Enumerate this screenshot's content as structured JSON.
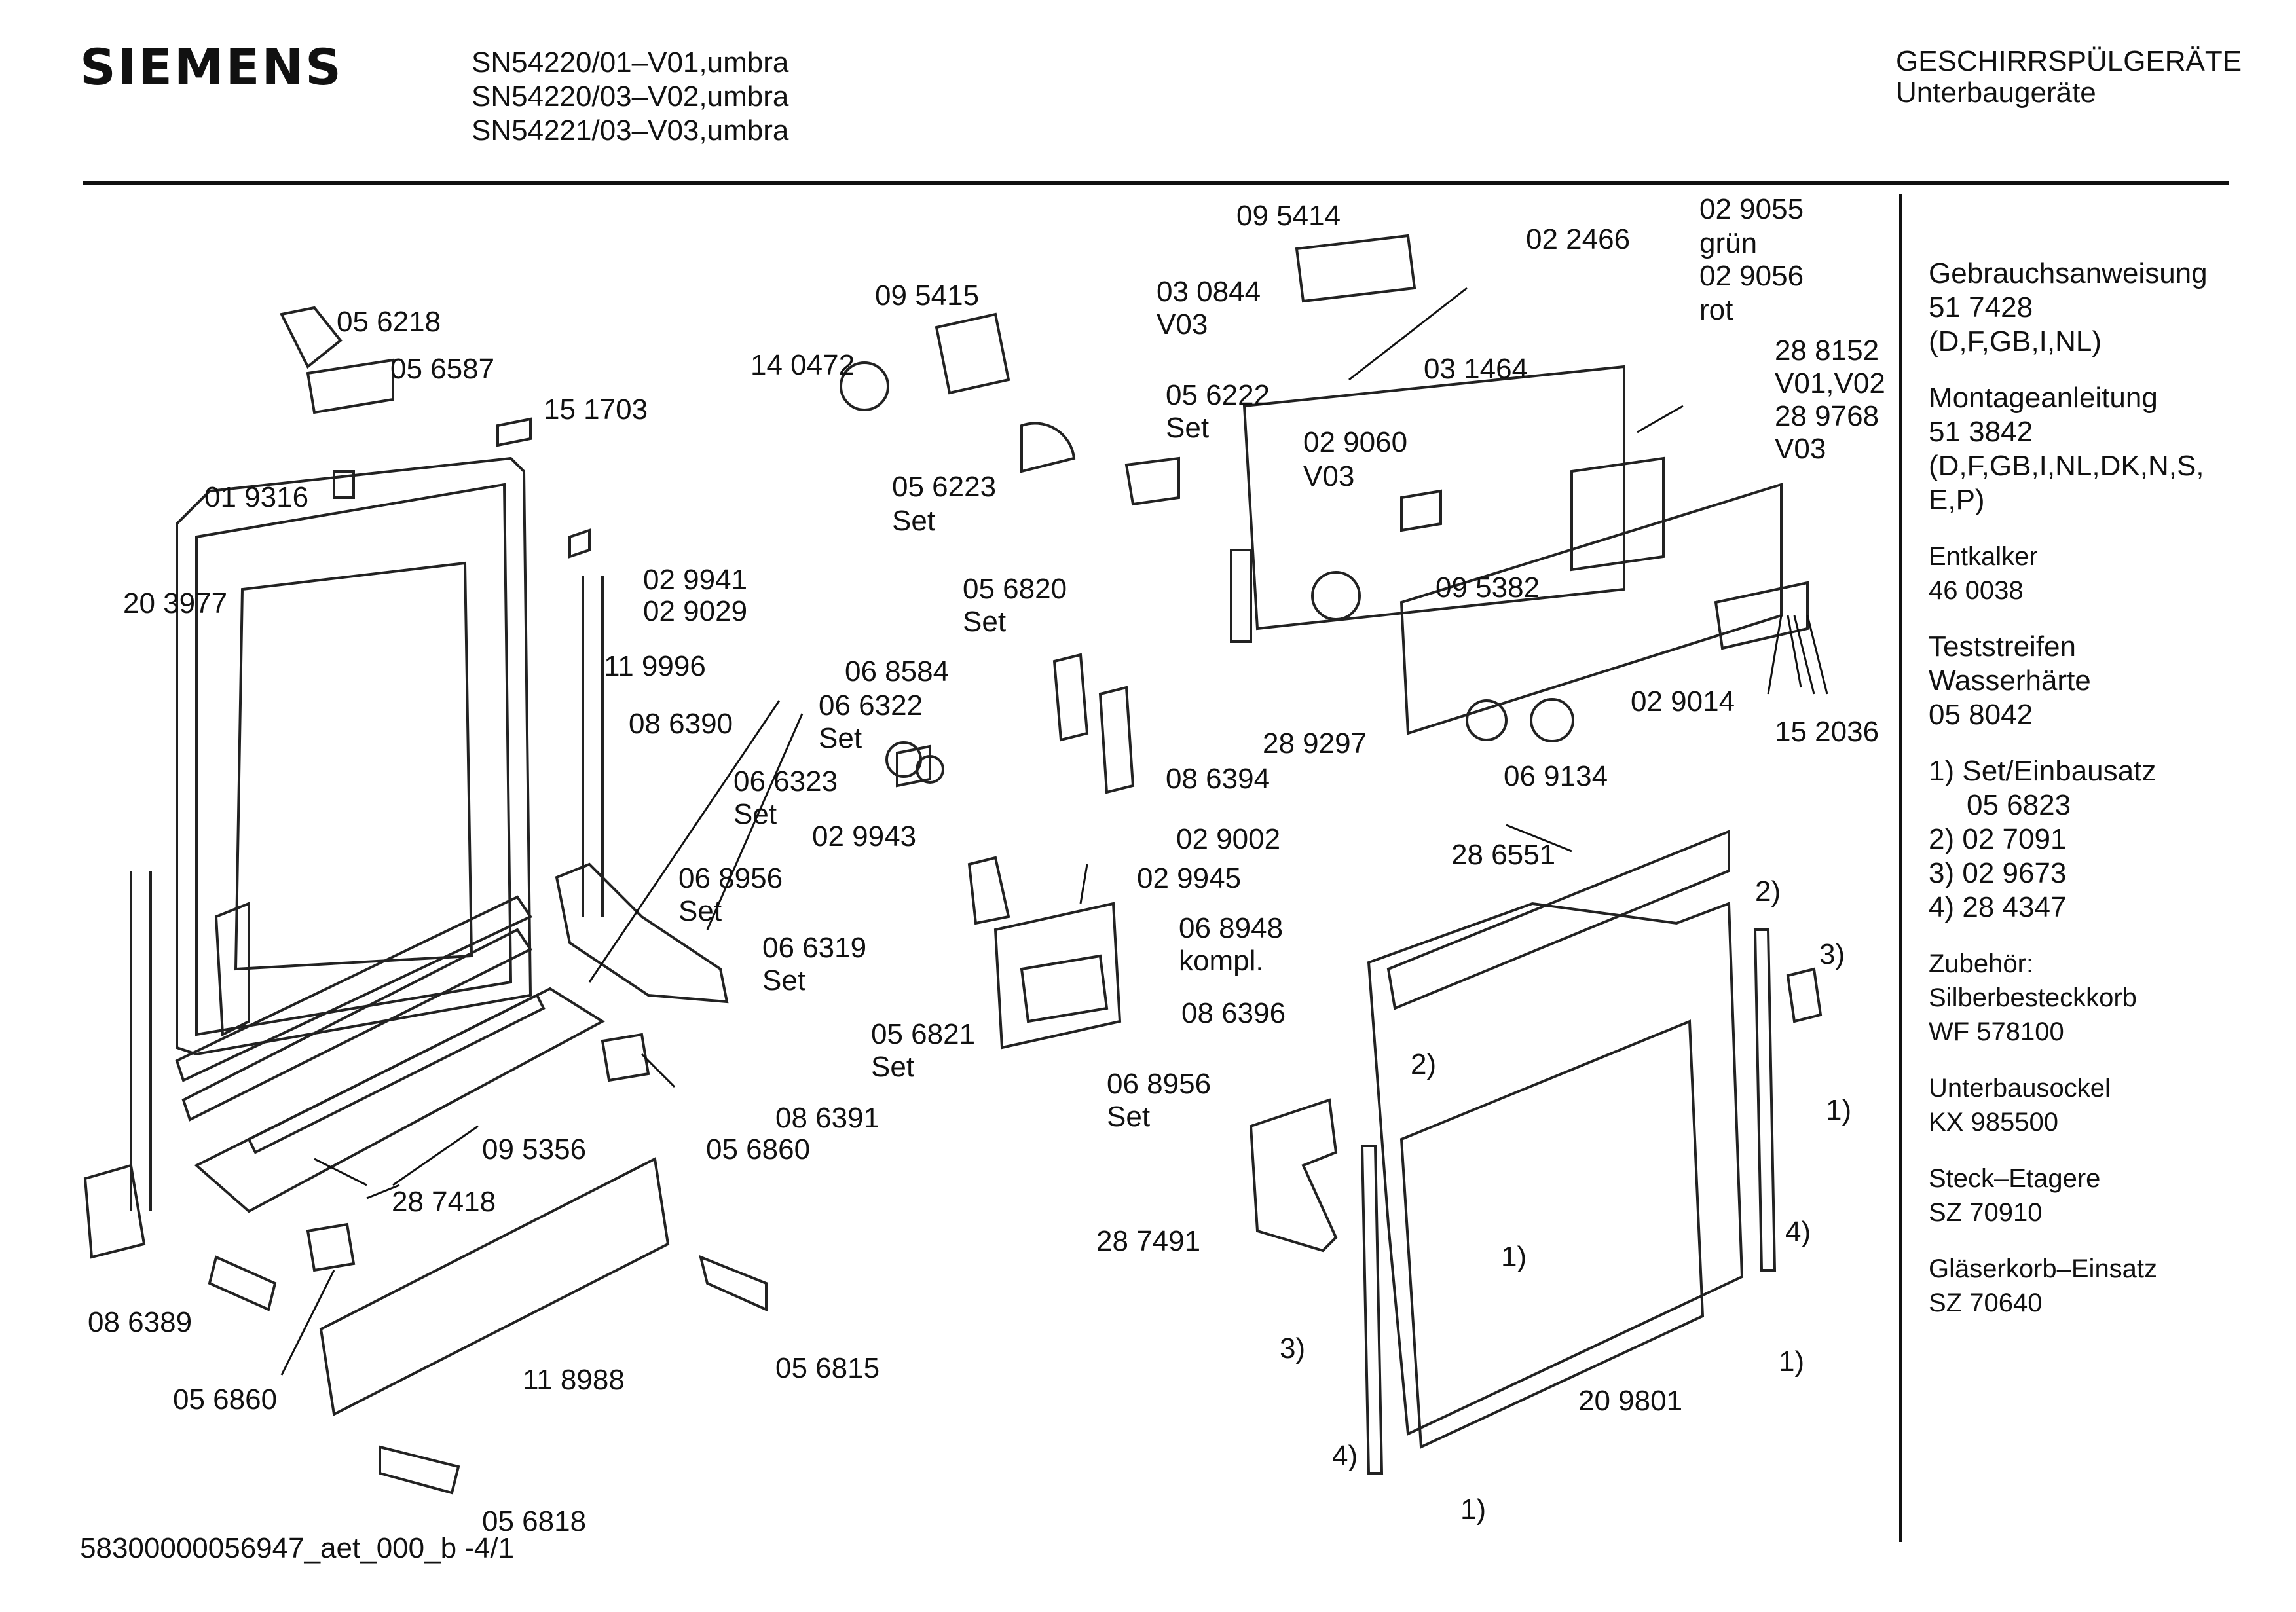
{
  "header": {
    "brand": "SIEMENS",
    "models": [
      "SN54220/01–V01,umbra",
      "SN54220/03–V02,umbra",
      "SN54221/03–V03,umbra"
    ],
    "category": [
      "GESCHIRRSPÜLGERÄTE",
      "Unterbaugeräte"
    ]
  },
  "callouts": {
    "c056218": "05 6218",
    "c056587": "05 6587",
    "c151703": "15 1703",
    "c019316": "01 9316",
    "c203977": "20 3977",
    "c029941": "02 9941",
    "c029029": "02 9029",
    "c119996": "11 9996",
    "c086390": "08 6390",
    "c095415": "09 5415",
    "c140472": "14 0472",
    "c056223": "05 6223",
    "set1": "Set",
    "c095414": "09 5414",
    "c030844": "03 0844",
    "v03a": "V03",
    "c022466": "02 2466",
    "c029055": "02 9055",
    "gruen": "grün",
    "c029056": "02 9056",
    "rot": "rot",
    "c031464": "03 1464",
    "c056222": "05 6222",
    "set2": "Set",
    "c029060": "02 9060",
    "v03b": "V03",
    "c288152": "28 8152",
    "v01v02": "V01,V02",
    "c289768": "28 9768",
    "v03c": "V03",
    "c095382": "09 5382",
    "c289297": "28 9297",
    "c029014": "02 9014",
    "c152036": "15 2036",
    "c069134": "06 9134",
    "c056820": "05 6820",
    "set3": "Set",
    "c068584": "06 8584",
    "c066322": "06 6322",
    "set4": "Set",
    "c066323": "06 6323",
    "set5": "Set",
    "c086394": "08 6394",
    "c029002": "02 9002",
    "c029943": "02 9943",
    "c068956a": "06 8956",
    "set6": "Set",
    "c029945": "02 9945",
    "c066319": "06 6319",
    "set7": "Set",
    "c068948": "06 8948",
    "kompl": "kompl.",
    "c056821": "05 6821",
    "set8": "Set",
    "c086396": "08 6396",
    "c068956b": "06 8956",
    "set9": "Set",
    "c086391": "08 6391",
    "c095356": "09 5356",
    "c056860a": "05 6860",
    "c287418": "28 7418",
    "c086389": "08 6389",
    "c056860b": "05 6860",
    "c118988": "11 8988",
    "c056815": "05 6815",
    "c056818": "05 6818",
    "c286551": "28 6551",
    "n2a": "2)",
    "n2b": "2)",
    "n3a": "3)",
    "n1a": "1)",
    "c287491": "28 7491",
    "n1b": "1)",
    "n4a": "4)",
    "n3b": "3)",
    "n1c": "1)",
    "c209801": "20 9801",
    "n4b": "4)",
    "n1d": "1)"
  },
  "sidebar": {
    "manual_title": "Gebrauchsanweisung",
    "manual_no": "51 7428",
    "manual_lang": "(D,F,GB,I,NL)",
    "assembly_title": "Montageanleitung",
    "assembly_no": "51 3842",
    "assembly_lang1": "(D,F,GB,I,NL,DK,N,S,",
    "assembly_lang2": "E,P)",
    "descaler_title": "Entkalker",
    "descaler_no": "46 0038",
    "strips_title1": "Teststreifen",
    "strips_title2": "Wasserhärte",
    "strips_no": "05 8042",
    "notes": [
      {
        "num": "1)",
        "text": "Set/Einbausatz"
      },
      {
        "num": "",
        "text": "05 6823"
      },
      {
        "num": "2)",
        "text": "02 7091"
      },
      {
        "num": "3)",
        "text": "02 9673"
      },
      {
        "num": "4)",
        "text": "28 4347"
      }
    ],
    "acc_title": "Zubehör:",
    "acc_item": "Silberbesteckkorb",
    "acc_no": "WF 578100",
    "plinth_title": "Unterbausockel",
    "plinth_no": "KX 985500",
    "shelf_title": "Steck–Etagere",
    "shelf_no": "SZ 70910",
    "glass_title": "Gläserkorb–Einsatz",
    "glass_no": "SZ 70640"
  },
  "footer": {
    "doc_id": "58300000056947_aet_000_b  -4/1"
  }
}
